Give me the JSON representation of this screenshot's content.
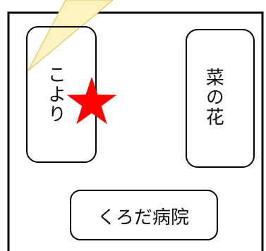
{
  "map": {
    "places": [
      {
        "id": "koyori",
        "label": "こより"
      },
      {
        "id": "nanohana",
        "label": "菜の花"
      },
      {
        "id": "kurodabyoin",
        "label": "くろだ病院"
      }
    ],
    "marker": {
      "symbol": "star",
      "color": "#ff0000",
      "location": "こより"
    },
    "colors": {
      "background": "#ffffff",
      "outline": "#000000",
      "beam_fill": "#fdf3c0",
      "beam_stroke": "#e8cf72",
      "marker": "#ff0000"
    }
  }
}
